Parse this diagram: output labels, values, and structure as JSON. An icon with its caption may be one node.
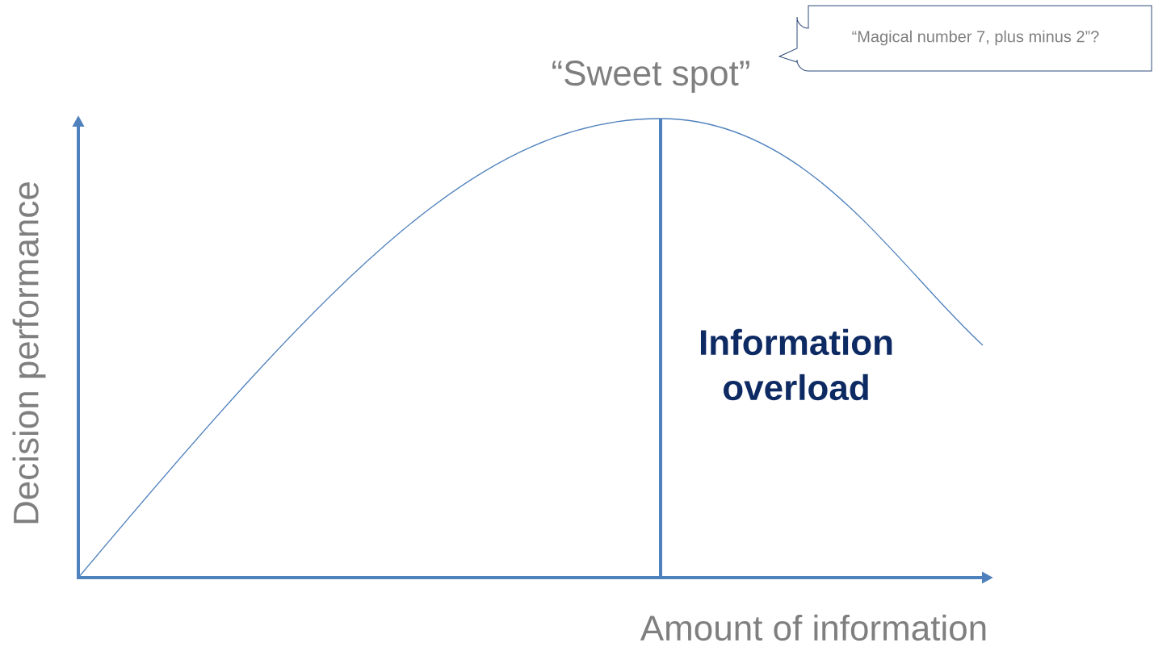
{
  "diagram": {
    "nodes": [
      {
        "text": [
          "“Magical number 7, plus minus 2”?"
        ]
      }
    ],
    "labels": [
      "“Sweet spot”",
      "Decision performance",
      "Information overload",
      "Amount of information"
    ]
  }
}
